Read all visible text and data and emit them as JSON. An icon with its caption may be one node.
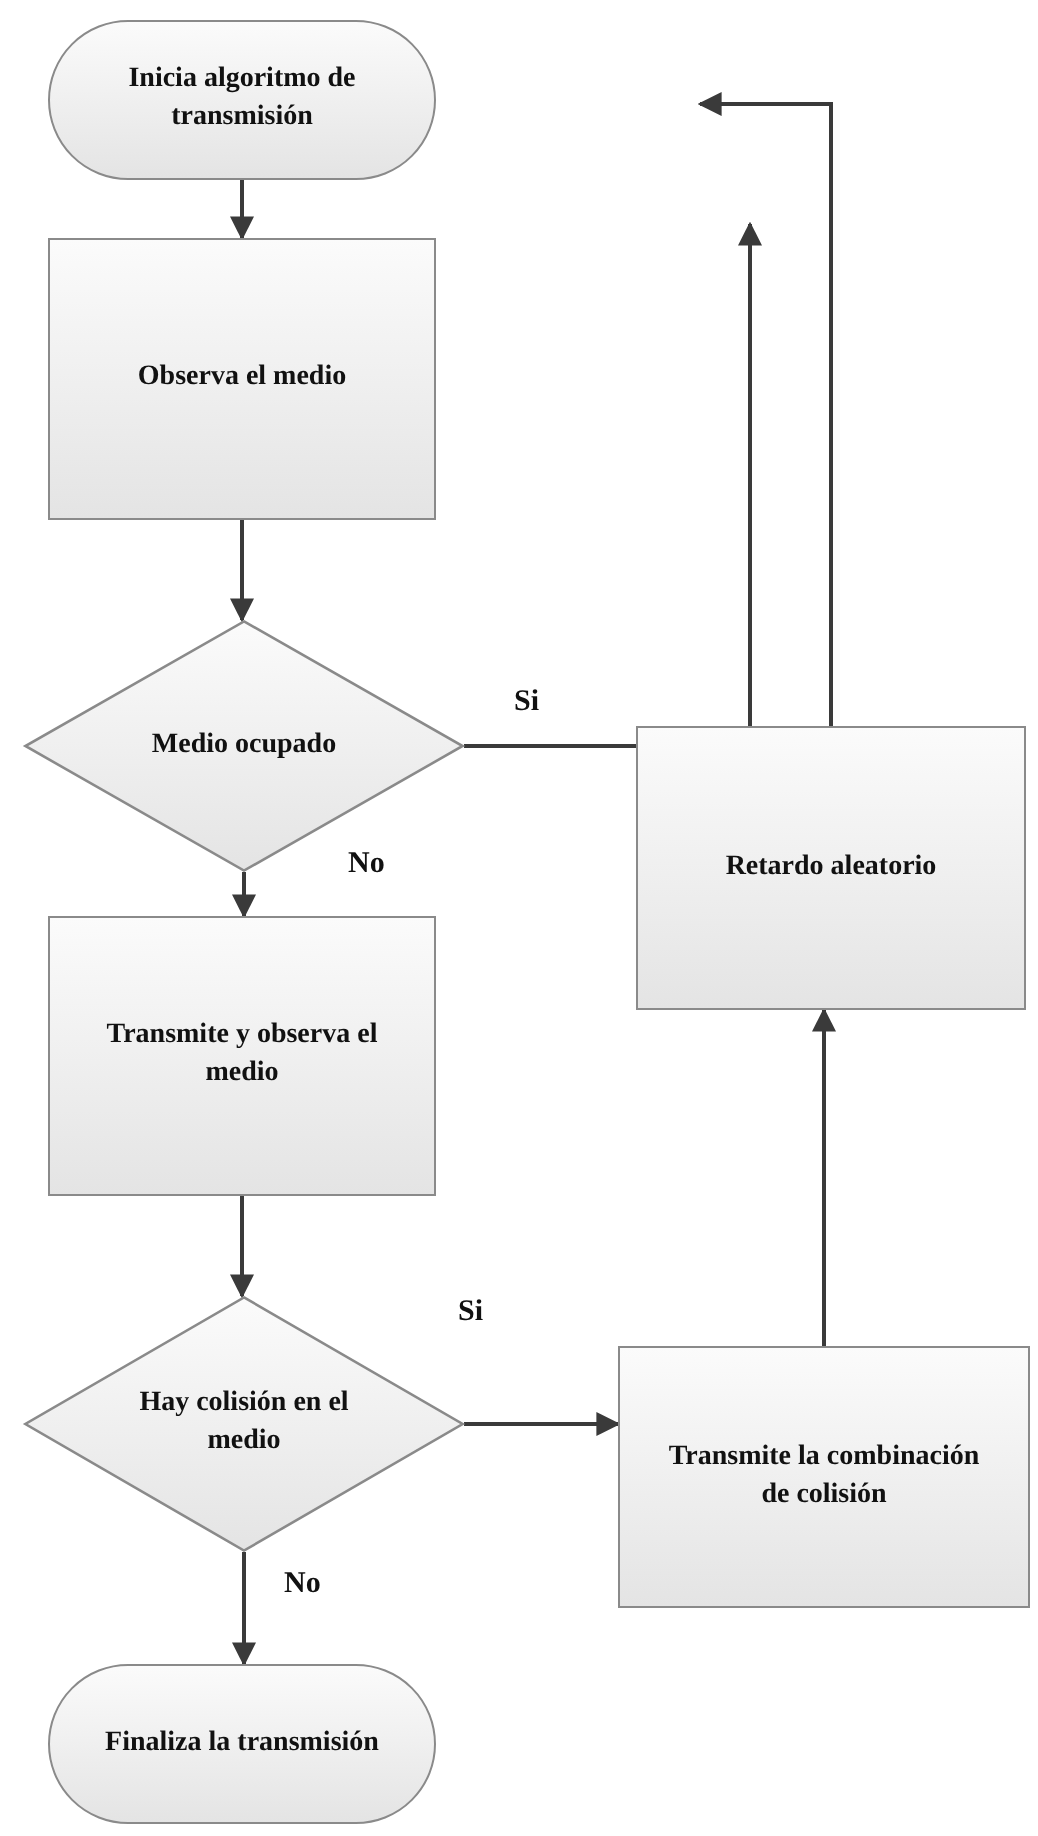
{
  "diagram": {
    "nodes": [
      {
        "text": [
          "Inicia algoritmo de transmisión"
        ]
      },
      {
        "text": [
          "Observa el medio"
        ]
      },
      {
        "text": [
          "Medio ocupado"
        ]
      },
      {
        "text": [
          "Transmite y observa el medio"
        ]
      },
      {
        "text": [
          "Hay colisión en el medio"
        ]
      },
      {
        "text": [
          "Finaliza la transmisión"
        ]
      },
      {
        "text": [
          "Retardo aleatorio"
        ]
      },
      {
        "text": [
          "Transmite la combinación de colisión"
        ]
      }
    ],
    "edges": [
      {
        "from": 0,
        "to": 1,
        "arrow": "to"
      },
      {
        "from": 1,
        "to": 2,
        "arrow": "to"
      },
      {
        "from": 2,
        "to": 3,
        "arrow": "to",
        "label": "No"
      },
      {
        "from": 3,
        "to": 4,
        "arrow": "to"
      },
      {
        "from": 4,
        "to": 5,
        "arrow": "to",
        "label": "No"
      },
      {
        "from": 4,
        "to": 7,
        "arrow": "to",
        "label": "Si"
      },
      {
        "from": 7,
        "to": 6,
        "arrow": "to"
      },
      {
        "from": 2,
        "to": null,
        "arrow": "to",
        "label": "Si"
      },
      {
        "from": 6,
        "to": null,
        "arrow": "to"
      }
    ]
  }
}
